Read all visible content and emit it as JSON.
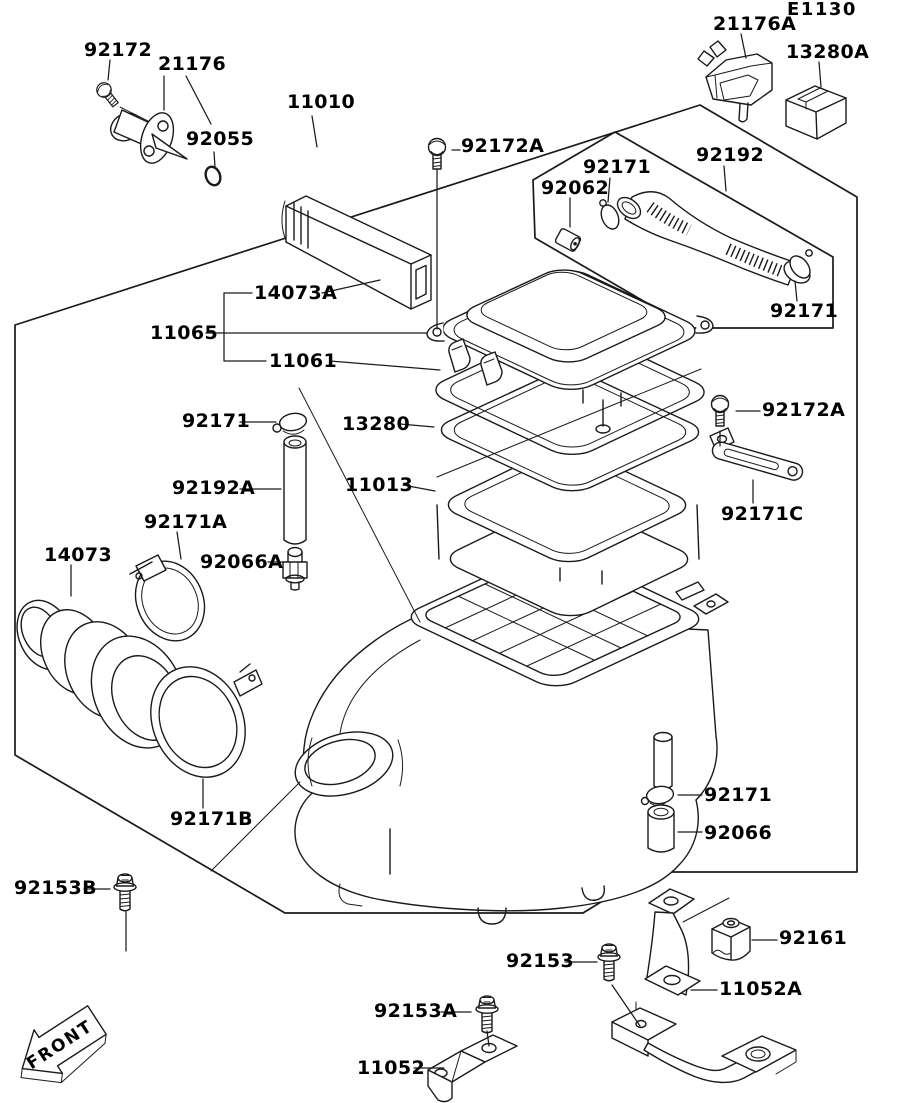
{
  "page": {
    "background": "#ffffff",
    "line_color": "#1a1a1a",
    "text_color": "#000000"
  },
  "header": {
    "code": "E1130"
  },
  "front_marker": {
    "text": "FRONT"
  },
  "part_labels": [
    {
      "text": "92172"
    },
    {
      "text": "21176"
    },
    {
      "text": "92055"
    },
    {
      "text": "11010"
    },
    {
      "text": "92172A"
    },
    {
      "text": "92171"
    },
    {
      "text": "92062"
    },
    {
      "text": "92192"
    },
    {
      "text": "21176A"
    },
    {
      "text": "13280A"
    },
    {
      "text": "92171"
    },
    {
      "text": "14073A"
    },
    {
      "text": "11065"
    },
    {
      "text": "11061"
    },
    {
      "text": "92171"
    },
    {
      "text": "13280"
    },
    {
      "text": "92192A"
    },
    {
      "text": "11013"
    },
    {
      "text": "92171A"
    },
    {
      "text": "14073"
    },
    {
      "text": "92066A"
    },
    {
      "text": "92172A"
    },
    {
      "text": "92171C"
    },
    {
      "text": "92171B"
    },
    {
      "text": "92153B"
    },
    {
      "text": "92171"
    },
    {
      "text": "92066"
    },
    {
      "text": "92161"
    },
    {
      "text": "92153"
    },
    {
      "text": "11052A"
    },
    {
      "text": "92153A"
    },
    {
      "text": "11052"
    }
  ]
}
